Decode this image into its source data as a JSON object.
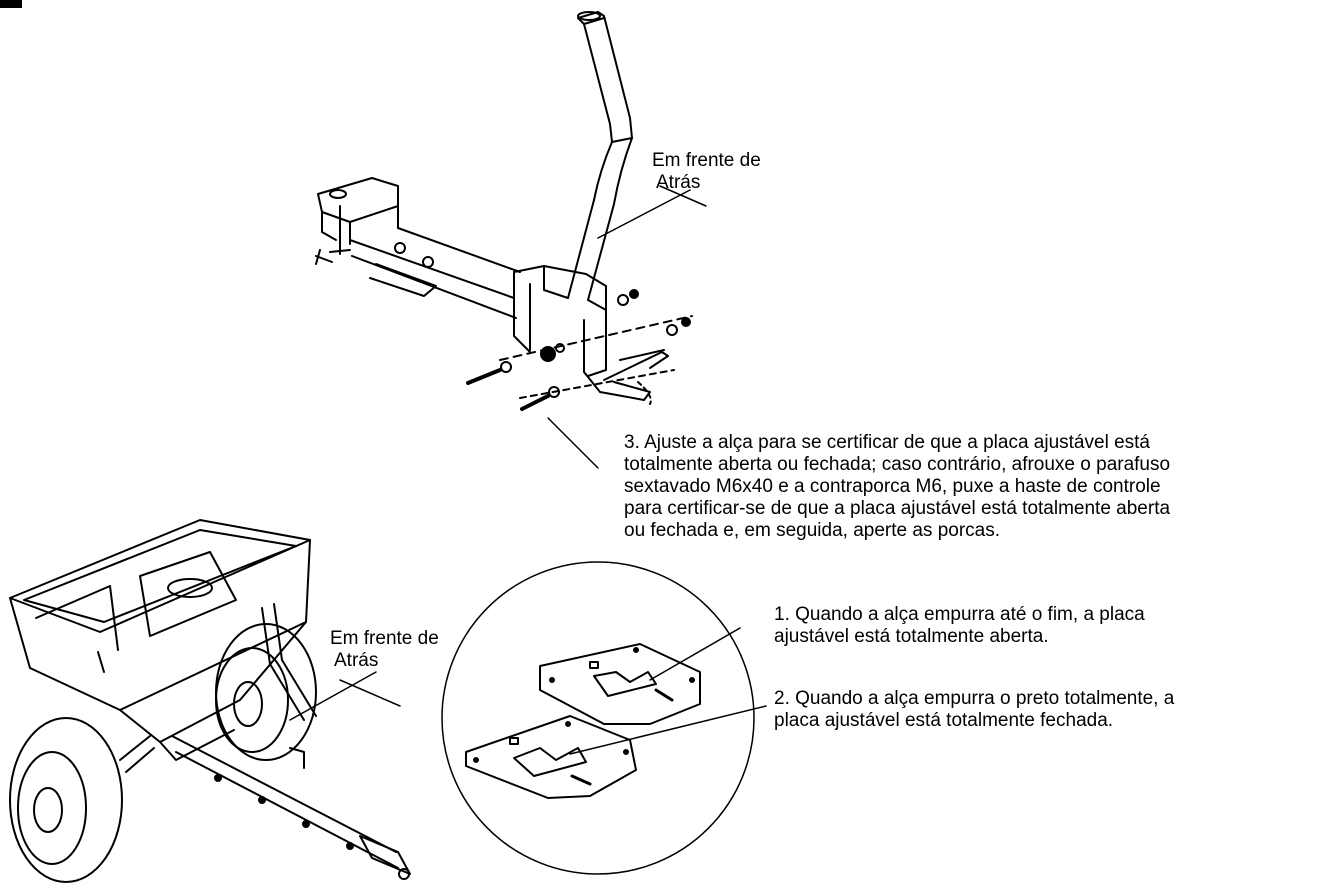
{
  "labels": {
    "top": {
      "line1": "Em frente de",
      "line2": "Atrás"
    },
    "bottom": {
      "line1": "Em frente de",
      "line2": "Atrás"
    }
  },
  "step3": {
    "lines": [
      "3. Ajuste a alça para se certificar de que a placa ajustável está",
      "totalmente aberta ou fechada; caso contrário, afrouxe o parafuso",
      "sextavado M6x40 e a contraporca M6, puxe a haste de controle",
      "para certificar-se de que a placa ajustável está totalmente aberta",
      "ou fechada e, em seguida, aperte as porcas."
    ]
  },
  "step1": {
    "lines": [
      "1. Quando a alça empurra até o fim, a placa",
      "ajustável está totalmente aberta."
    ]
  },
  "step2": {
    "lines": [
      "2. Quando a alça empurra o preto totalmente, a",
      "placa ajustável está totalmente fechada."
    ]
  }
}
